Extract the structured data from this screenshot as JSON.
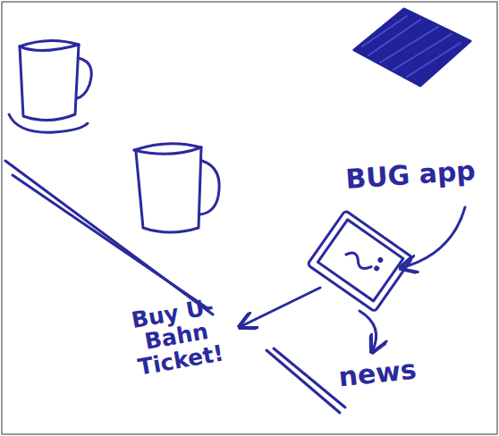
{
  "diagram": {
    "labels": [
      "BUG app",
      "Buy U-Bahn Ticket!",
      "news"
    ]
  }
}
